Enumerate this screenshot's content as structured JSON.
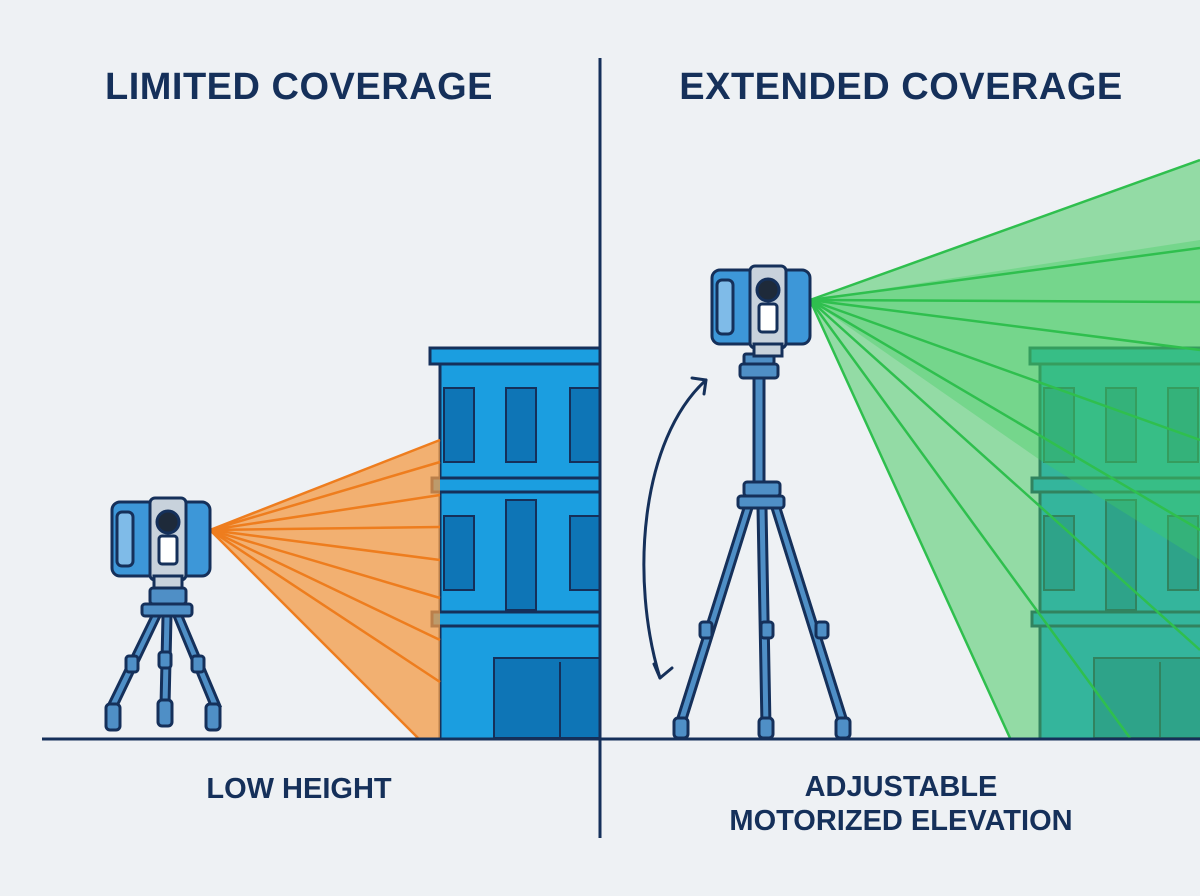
{
  "panels": {
    "left": {
      "title": "LIMITED COVERAGE",
      "caption": "LOW HEIGHT"
    },
    "right": {
      "title": "EXTENDED COVERAGE",
      "caption_line1": "ADJUSTABLE",
      "caption_line2": "MOTORIZED ELEVATION"
    }
  },
  "icons": {
    "scanner": "laser-scanner-icon",
    "tripod": "tripod-icon",
    "building": "building-icon",
    "arrow": "curved-double-arrow-icon"
  },
  "colors": {
    "background": "#eef1f4",
    "outline": "#15305a",
    "building": "#1b9ee0",
    "building_window": "#0e75b6",
    "scanner": "#3d97d8",
    "tripod": "#4f8fc6",
    "beam_limited": "#f08a2c",
    "beam_extended": "#3fcf5f"
  }
}
